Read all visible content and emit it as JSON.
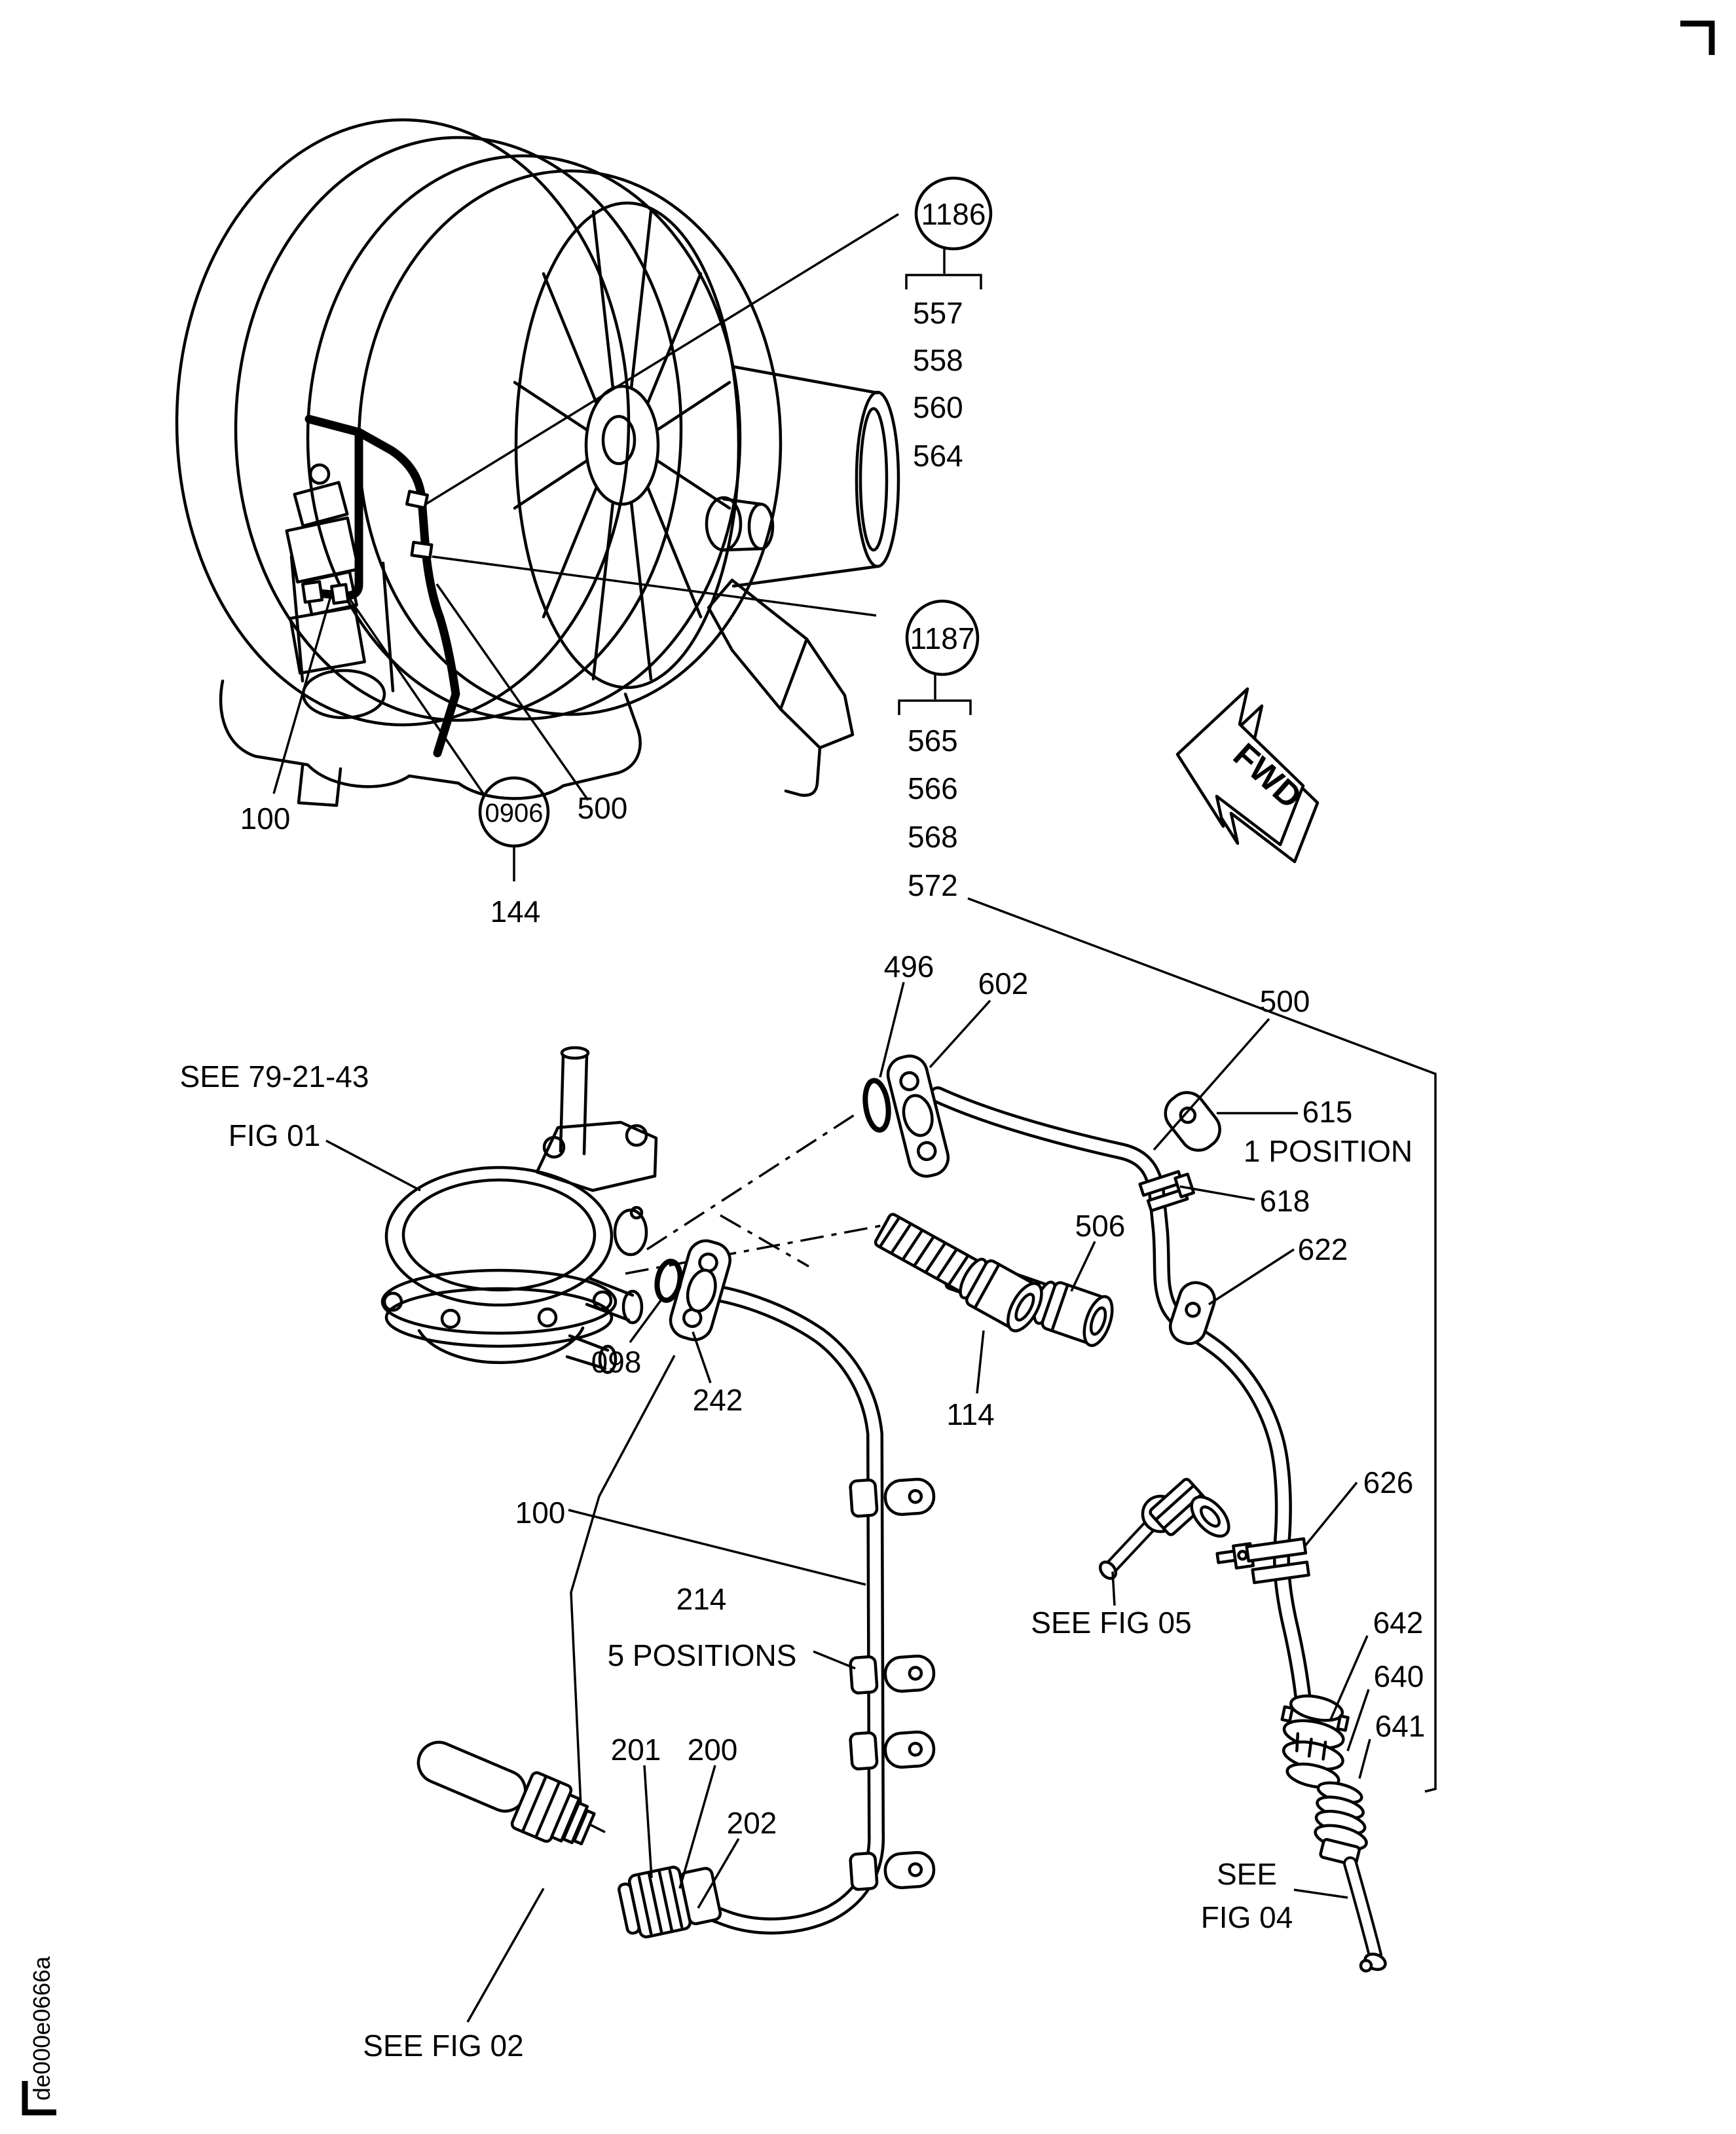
{
  "page": {
    "doc_code": "de000e0666a"
  },
  "fwd": {
    "label": "FWD"
  },
  "top_figure": {
    "callout_1186": {
      "number": "1186",
      "items": [
        "557",
        "558",
        "560",
        "564"
      ]
    },
    "callout_1187": {
      "number": "1187",
      "items": [
        "565",
        "566",
        "568",
        "572"
      ]
    },
    "callout_0906": {
      "number": "0906",
      "related": "144"
    },
    "tube_label": "500",
    "harness_label": "100"
  },
  "detail_figure": {
    "ref_fig01": {
      "line1": "SEE 79-21-43",
      "line2": "FIG 01"
    },
    "ref_fig02": {
      "label": "SEE FIG 02"
    },
    "ref_fig04": {
      "line1": "SEE",
      "line2": "FIG 04"
    },
    "ref_fig05": {
      "label": "SEE FIG 05"
    },
    "labels": {
      "oring_496": "496",
      "flange_602": "602",
      "tube_500": "500",
      "bracket_615": "615",
      "bracket_615_note": "1 POSITION",
      "clamp_618": "618",
      "bracket_622": "622",
      "bolt_506": "506",
      "bolt_114": "114",
      "oring_098": "098",
      "flange_242": "242",
      "tube_100": "100",
      "clip_214": "214",
      "clip_214_note": "5 POSITIONS",
      "nut_201": "201",
      "coupling_200": "200",
      "sleeve_202": "202",
      "clamp_626": "626",
      "coupling_642": "642",
      "ring_640": "640",
      "nut_641": "641"
    }
  }
}
